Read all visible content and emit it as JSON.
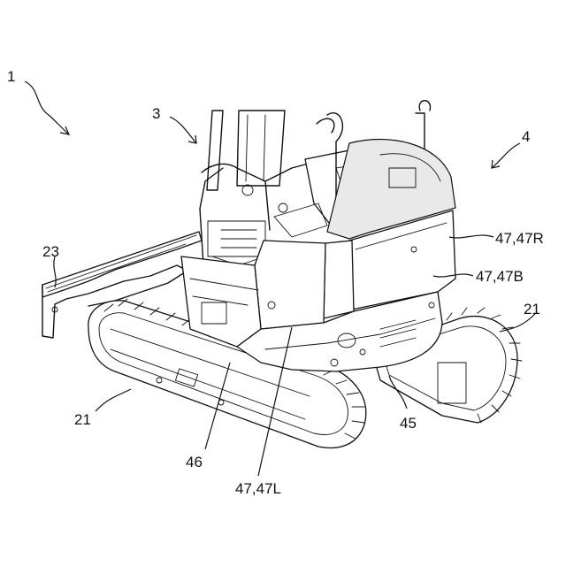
{
  "figure": {
    "labels": [
      {
        "id": "machine",
        "text": "1"
      },
      {
        "id": "upper-structure",
        "text": "3"
      },
      {
        "id": "counterweight-unit",
        "text": "4"
      },
      {
        "id": "dozer-blade",
        "text": "23"
      },
      {
        "id": "cover-right",
        "text": "47,47R"
      },
      {
        "id": "cover-back",
        "text": "47,47B"
      },
      {
        "id": "crawler-right",
        "text": "21"
      },
      {
        "id": "crawler-left",
        "text": "21"
      },
      {
        "id": "weight-body",
        "text": "45"
      },
      {
        "id": "cover-frame",
        "text": "46"
      },
      {
        "id": "cover-left",
        "text": "47,47L"
      }
    ]
  }
}
